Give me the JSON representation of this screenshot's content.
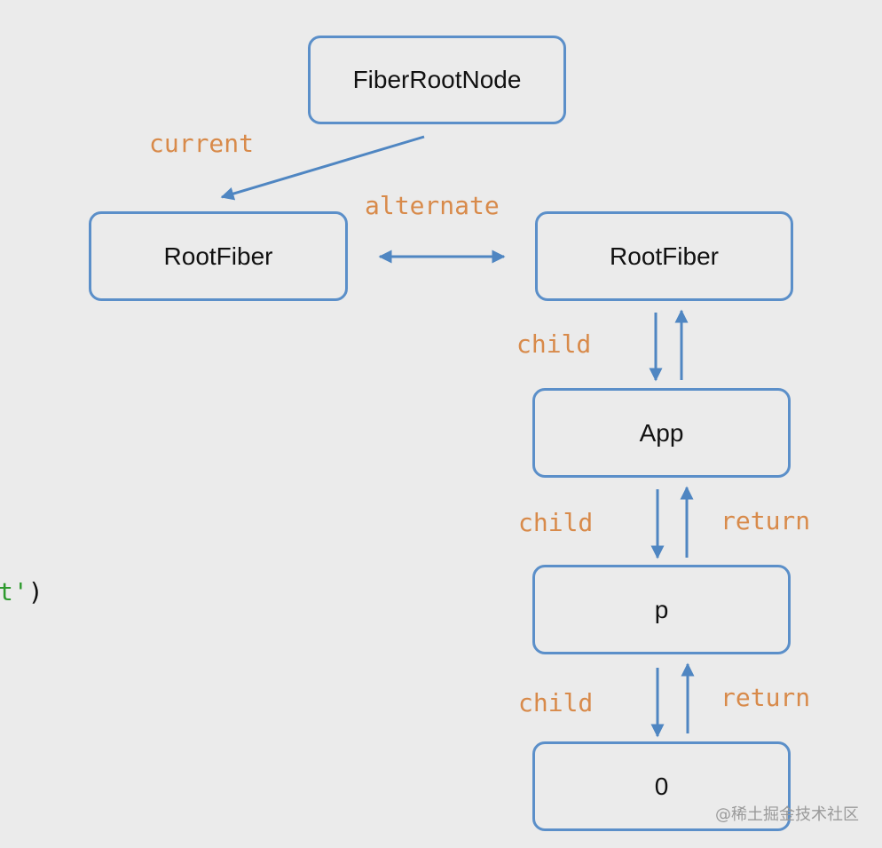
{
  "colors": {
    "node_border": "#5b8fc9",
    "arrow": "#4f86c2",
    "edge_label": "#d88a4a",
    "background": "#ebebeb",
    "code_string": "#2e9a2e"
  },
  "nodes": {
    "fiber_root_node": "FiberRootNode",
    "root_fiber_current": "RootFiber",
    "root_fiber_wip": "RootFiber",
    "app": "App",
    "p": "p",
    "text": "0"
  },
  "edges": {
    "current": "current",
    "alternate": "alternate",
    "child_1": "child",
    "child_2": "child",
    "return_2": "return",
    "child_3": "child",
    "return_3": "return"
  },
  "code_fragment": {
    "string_part": "t'",
    "paren_part": ")"
  },
  "watermark": "@稀土掘金技术社区"
}
